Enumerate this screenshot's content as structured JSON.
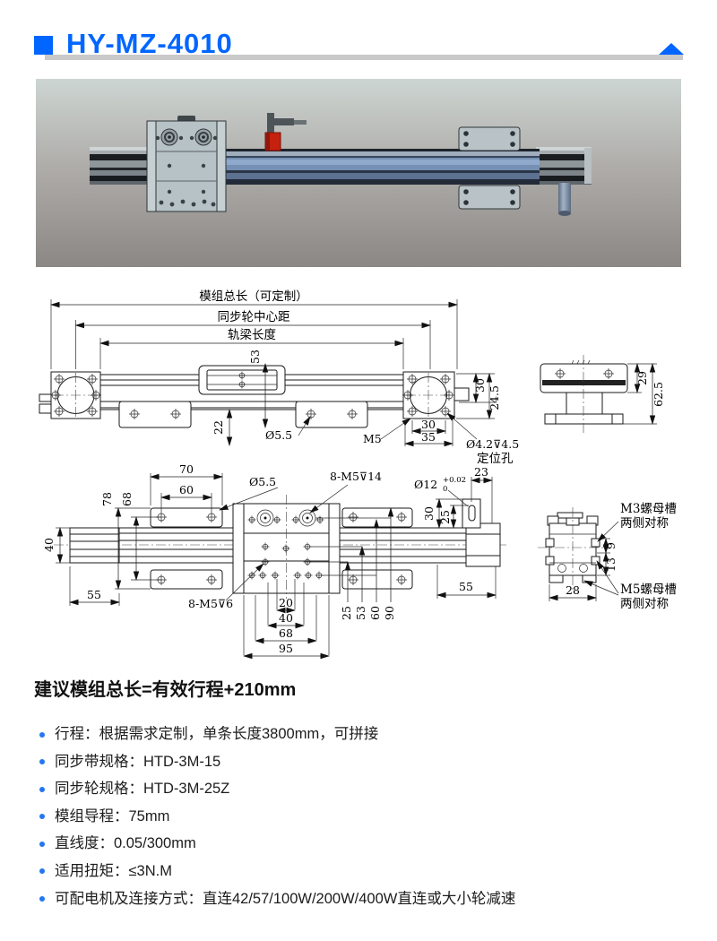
{
  "header": {
    "title": "HY-MZ-4010",
    "accent_color": "#0066ff",
    "rule_color": "#c9c9c9"
  },
  "photo": {
    "description": "3d-render-linear-belt-module",
    "background_top": "#cbd3d0",
    "background_bottom": "#8b8784",
    "beam_color": "#7590b4",
    "sensor_color": "#c6200f"
  },
  "front": {
    "total": "模组总长（可定制）",
    "pulley_cc": "同步轮中心距",
    "rail_len": "轨梁长度",
    "d53": "53",
    "d30_right": "30",
    "d245": "24.5",
    "d22": "22",
    "dia55": "Ø5.5",
    "m5": "M5",
    "d30_bottom": "30",
    "d35": "35",
    "pos1": "Ø4.2⊽4.5",
    "pos2": "定位孔"
  },
  "side": {
    "d29": "29",
    "d625": "62.5"
  },
  "top": {
    "d70": "70",
    "d60": "60",
    "d78": "78",
    "d68": "68",
    "d40": "40",
    "d55_left": "55",
    "dia55": "Ø5.5",
    "m5_14": "8-M5⊽14",
    "dia12": "Ø12",
    "tol_plus": "+0.02",
    "tol_zero": "0",
    "d23": "23",
    "d30": "30",
    "d25": "25",
    "m5_6": "8-M5⊽6",
    "v25": "25",
    "v53": "53",
    "v60": "60",
    "v90": "90",
    "d55_right": "55",
    "b20": "20",
    "b40": "40",
    "b68": "68",
    "b95": "95"
  },
  "section": {
    "m3_line1": "M3螺母槽",
    "m3_line2": "两侧对称",
    "m5_line1": "M5螺母槽",
    "m5_line2": "两侧对称",
    "d9": "9",
    "d13": "13",
    "d28": "28"
  },
  "notes": {
    "heading": "建议模组总长=有效行程+210mm",
    "bullets": [
      "行程：根据需求定制，单条长度3800mm，可拼接",
      "同步带规格：HTD-3M-15",
      "同步轮规格：HTD-3M-25Z",
      "模组导程：75mm",
      "直线度：0.05/300mm",
      "适用扭矩：≤3N.M",
      "可配电机及连接方式：直连42/57/100W/200W/400W直连或大小轮减速"
    ]
  }
}
